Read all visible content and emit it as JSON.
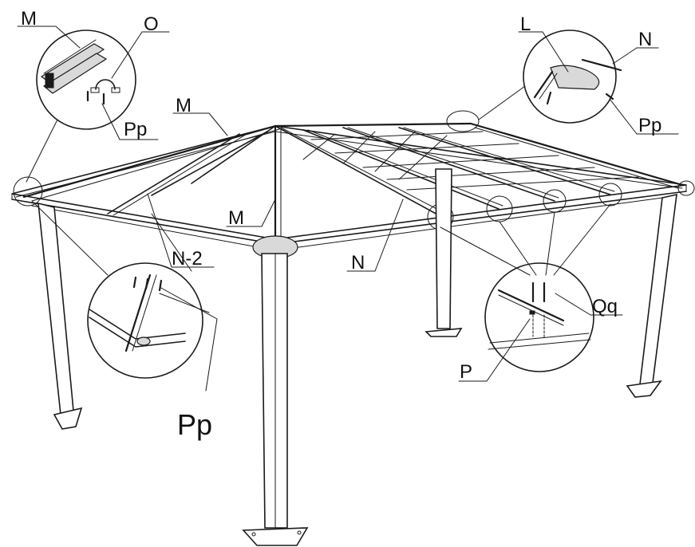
{
  "labels": {
    "m_top_left": "M",
    "o": "O",
    "pp_top_left": "Pp",
    "m_roof": "M",
    "l": "L",
    "n_top_right": "N",
    "pp_top_right": "Pp",
    "m_center": "M",
    "n2": "N-2",
    "n_center": "N",
    "qq": "Qq",
    "p": "P",
    "pp_bottom": "Pp"
  },
  "colors": {
    "line": "#1a1a1a",
    "background": "#ffffff"
  }
}
